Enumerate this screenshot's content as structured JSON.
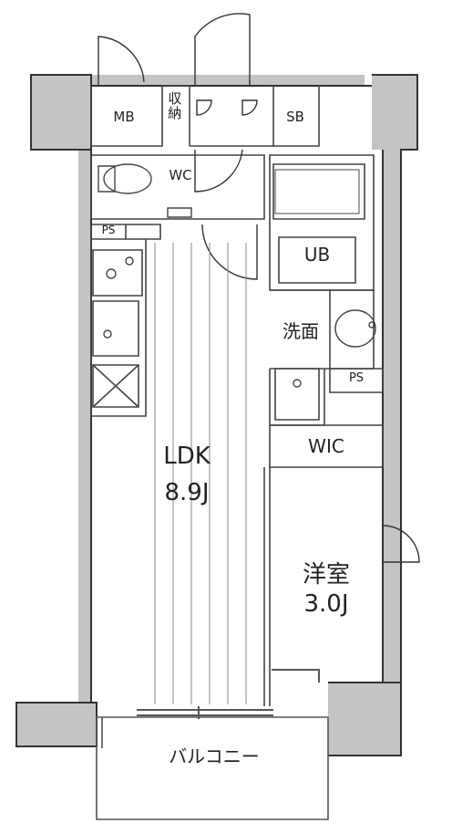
{
  "rooms": {
    "mb": "MB",
    "storage": "収納",
    "sb": "SB",
    "wc": "WC",
    "ps_top": "PS",
    "ub": "UB",
    "washroom": "洗面",
    "ps_right": "PS",
    "wic": "WIC",
    "ldk": "LDK",
    "ldk_size": "8.9J",
    "western_room": "洋室",
    "western_room_size": "3.0J",
    "balcony": "バルコニー"
  }
}
